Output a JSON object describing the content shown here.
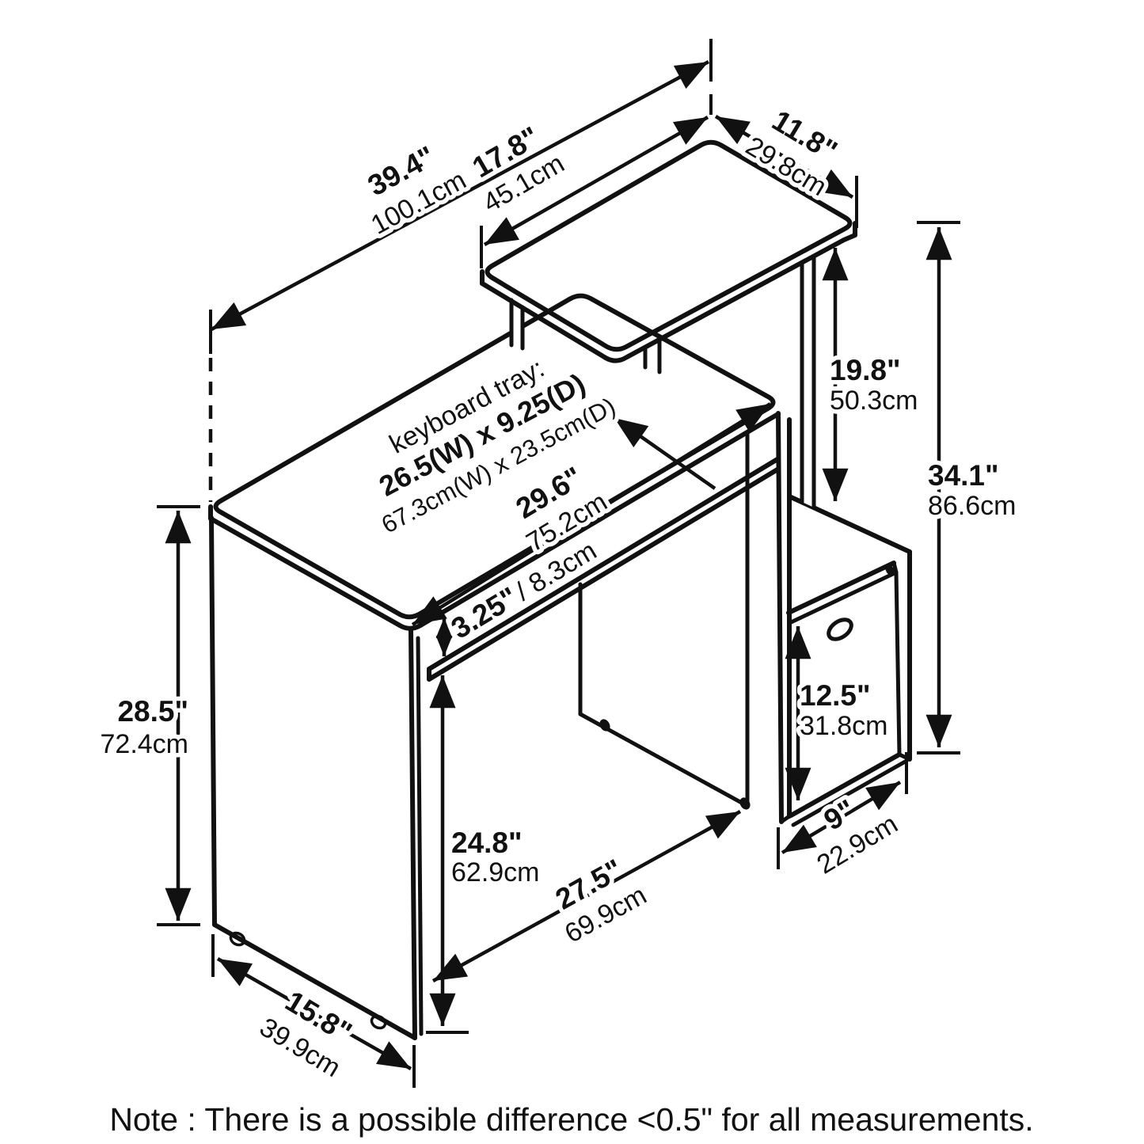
{
  "colors": {
    "ink": "#111111",
    "background": "#ffffff"
  },
  "tray_note": {
    "line1": "keyboard tray:",
    "line2": "26.5(W) x 9.25(D)",
    "line3": "67.3cm(W) x 23.5cm(D)"
  },
  "dims": {
    "total_width": {
      "in": "39.4\"",
      "cm": "100.1cm"
    },
    "shelf_width": {
      "in": "17.8\"",
      "cm": "45.1cm"
    },
    "shelf_depth": {
      "in": "11.8\"",
      "cm": "29.8cm"
    },
    "shelf_clearance": {
      "in": "19.8\"",
      "cm": "50.3cm"
    },
    "total_height": {
      "in": "34.1\"",
      "cm": "86.6cm"
    },
    "desktop_width": {
      "in": "29.6\"",
      "cm": "75.2cm"
    },
    "tray_gap": {
      "in": "3.25\"",
      "cm": " / 8.3cm"
    },
    "desk_height": {
      "in": "28.5\"",
      "cm": "72.4cm"
    },
    "interior_height": {
      "in": "24.8\"",
      "cm": "62.9cm"
    },
    "interior_width": {
      "in": "27.5\"",
      "cm": "69.9cm"
    },
    "bin_height": {
      "in": "12.5\"",
      "cm": "31.8cm"
    },
    "bin_depth": {
      "in": "9\"",
      "cm": "22.9cm"
    },
    "desk_depth": {
      "in": "15.8\"",
      "cm": "39.9cm"
    }
  },
  "footer": {
    "note": "Note : There is a possible difference <0.5\" for all measurements."
  }
}
